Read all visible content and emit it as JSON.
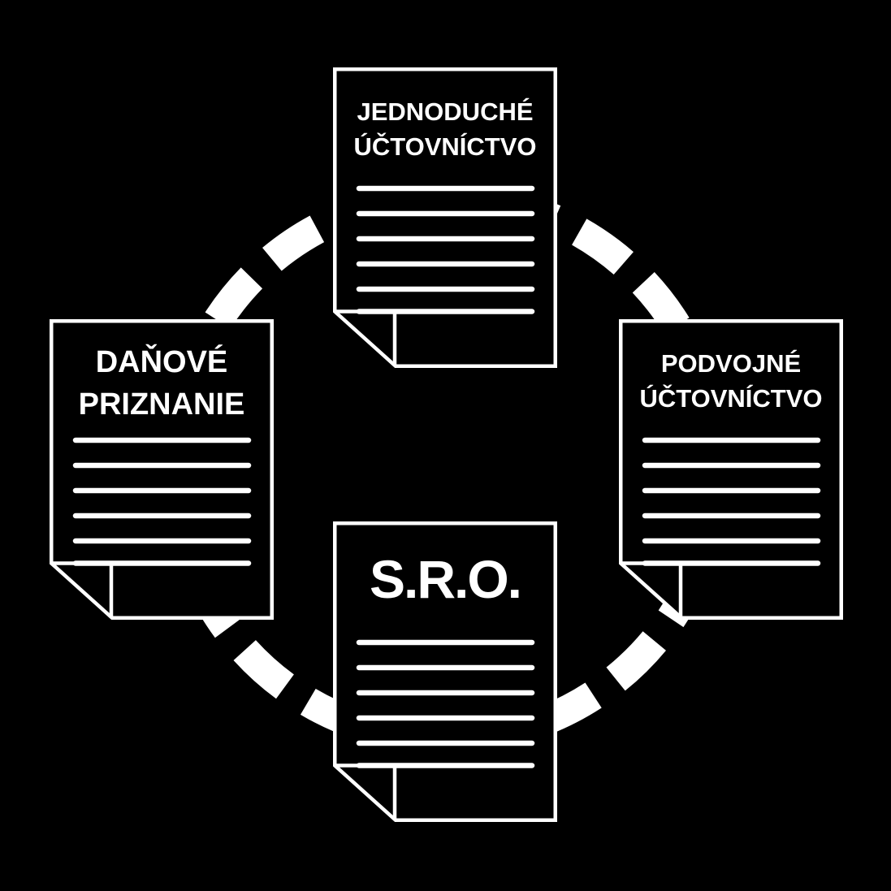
{
  "colors": {
    "background": "#000000",
    "foreground": "#ffffff"
  },
  "diagram": {
    "type": "cycle",
    "connector": {
      "icon": "dashed-circle",
      "style": "dashed",
      "color": "#ffffff"
    },
    "nodes": [
      {
        "position": "top",
        "icon": "document-with-folded-corner",
        "ruled_lines": 6,
        "title_lines": [
          "JEDNODUCHÉ",
          "ÚČTOVNÍCTVO"
        ]
      },
      {
        "position": "right",
        "icon": "document-with-folded-corner",
        "ruled_lines": 6,
        "title_lines": [
          "PODVOJNÉ",
          "ÚČTOVNÍCTVO"
        ]
      },
      {
        "position": "bottom",
        "icon": "document-with-folded-corner",
        "ruled_lines": 6,
        "title_lines": [
          "S.R.O."
        ]
      },
      {
        "position": "left",
        "icon": "document-with-folded-corner",
        "ruled_lines": 6,
        "title_lines": [
          "DAŇOVÉ",
          "PRIZNANIE"
        ]
      }
    ]
  }
}
